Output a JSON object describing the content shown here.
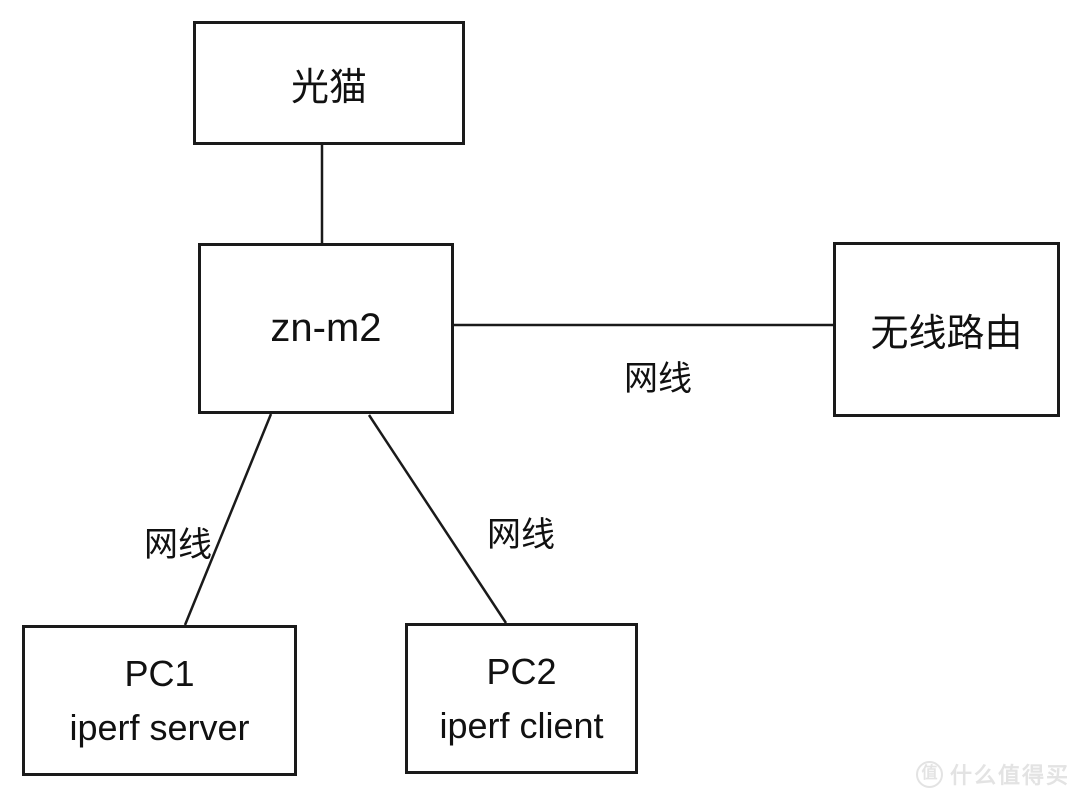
{
  "diagram": {
    "nodes": {
      "modem": {
        "label": "光猫"
      },
      "switch": {
        "label": "zn-m2"
      },
      "router": {
        "label": "无线路由"
      },
      "pc1": {
        "label_line1": "PC1",
        "label_line2": "iperf server"
      },
      "pc2": {
        "label_line1": "PC2",
        "label_line2": "iperf client"
      }
    },
    "edges": [
      {
        "from": "modem",
        "to": "switch",
        "label": ""
      },
      {
        "from": "switch",
        "to": "router",
        "label": "网线"
      },
      {
        "from": "switch",
        "to": "pc1",
        "label": "网线"
      },
      {
        "from": "switch",
        "to": "pc2",
        "label": "网线"
      }
    ],
    "edge_labels": {
      "router_cable": "网线",
      "pc1_cable": "网线",
      "pc2_cable": "网线"
    }
  },
  "watermark": {
    "logo_char": "值",
    "text": "什么值得买"
  },
  "colors": {
    "line": "#1a1a1a",
    "background": "#ffffff",
    "watermark": "#e3e3e3"
  }
}
